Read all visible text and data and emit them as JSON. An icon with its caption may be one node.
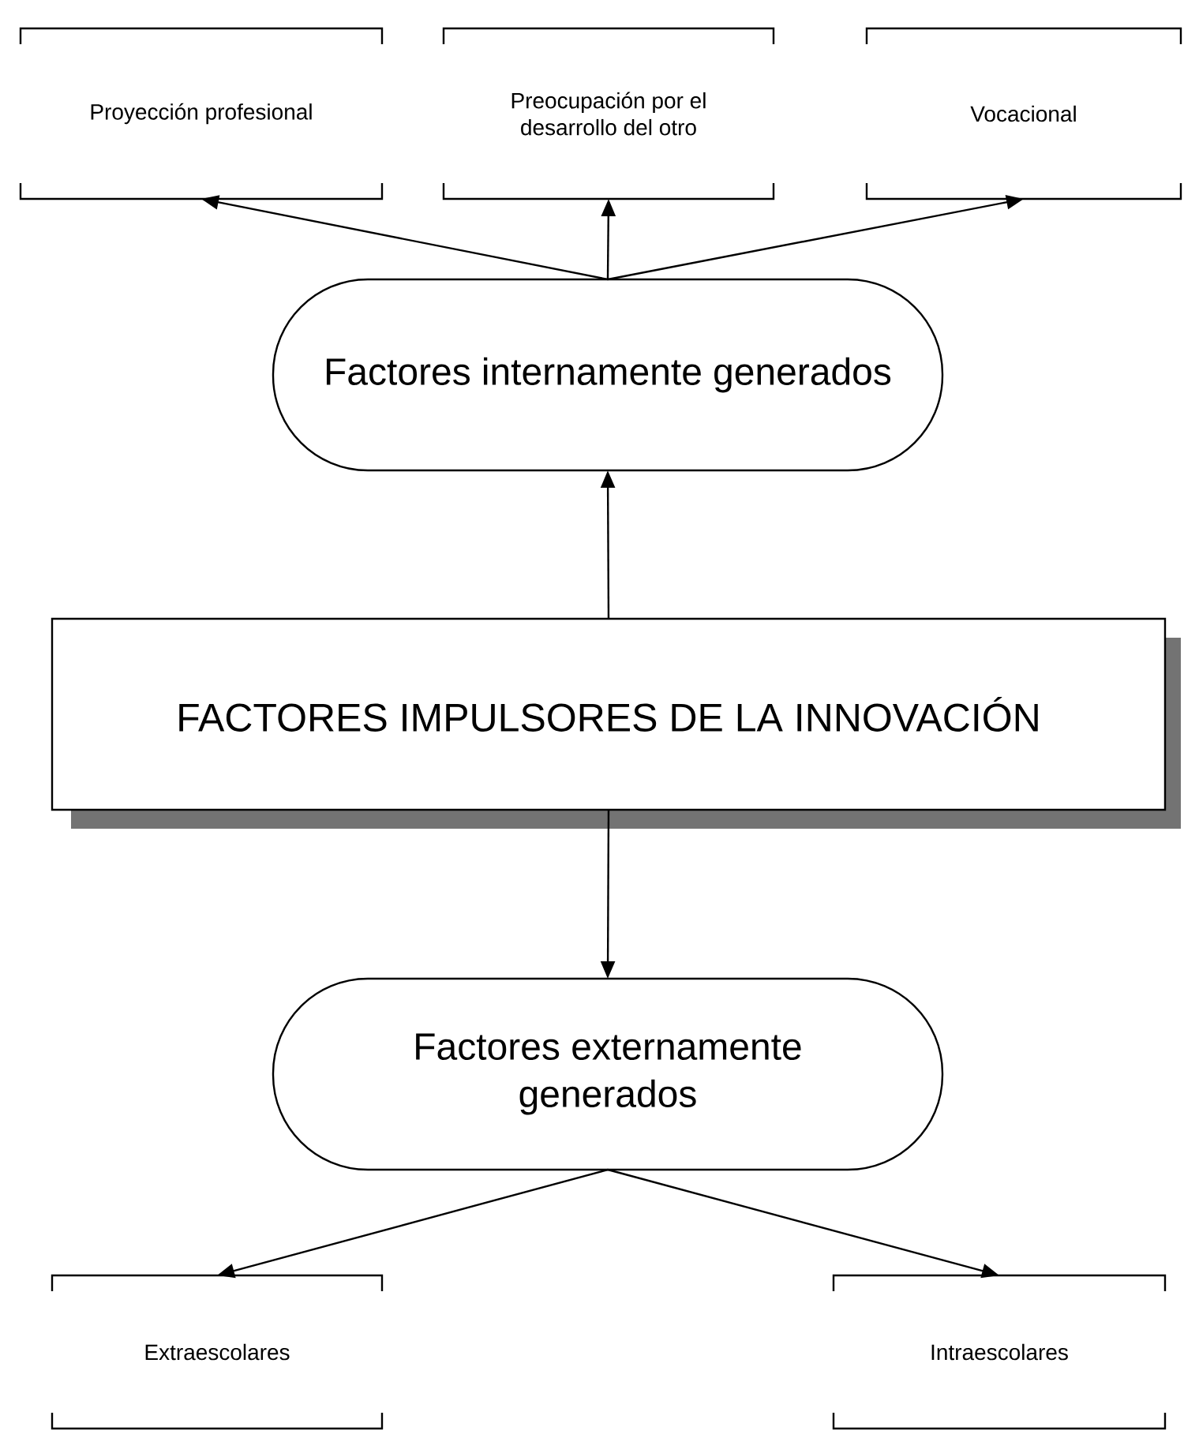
{
  "diagram": {
    "nodes": [
      {
        "text": [
          "Proyección profesional"
        ]
      },
      {
        "text": [
          "Preocupación por el desarrollo del otro"
        ]
      },
      {
        "text": [
          "Vocacional"
        ]
      },
      {
        "text": [
          "Factores internamente generados"
        ]
      },
      {
        "text": [
          "FACTORES IMPULSORES DE LA INNOVACIÓN"
        ]
      },
      {
        "text": [
          "Factores externamente generados"
        ]
      },
      {
        "text": [
          "Extraescolares"
        ]
      },
      {
        "text": [
          "Intraescolares"
        ]
      }
    ],
    "edges": [
      {
        "from": 4,
        "to": 3,
        "arrow": "to"
      },
      {
        "from": 3,
        "to": 0,
        "arrow": "to"
      },
      {
        "from": 3,
        "to": 1,
        "arrow": "to"
      },
      {
        "from": 3,
        "to": 2,
        "arrow": "to"
      },
      {
        "from": 4,
        "to": 5,
        "arrow": "to"
      },
      {
        "from": 5,
        "to": 6,
        "arrow": "to"
      },
      {
        "from": 5,
        "to": 7,
        "arrow": "to"
      }
    ]
  }
}
